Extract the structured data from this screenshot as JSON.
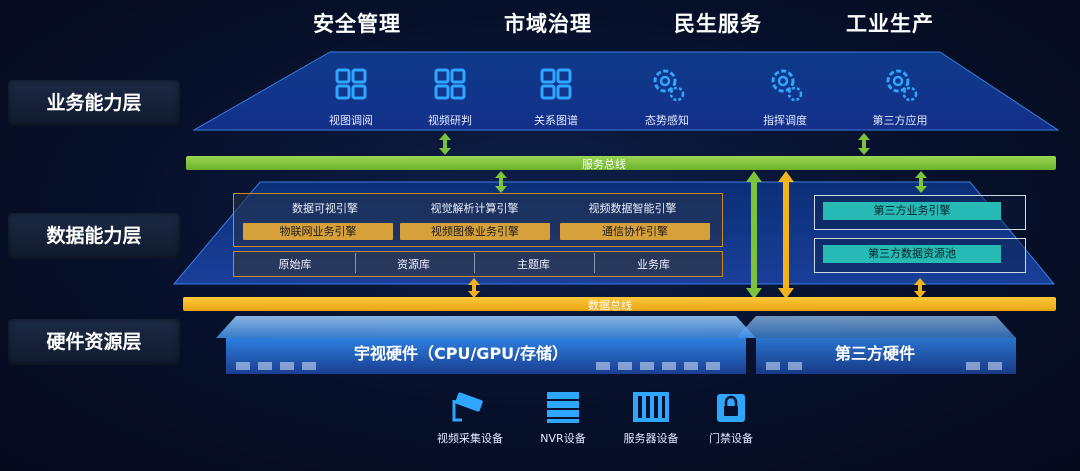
{
  "domains": [
    "安全管理",
    "市域治理",
    "民生服务",
    "工业生产"
  ],
  "layers": {
    "business": "业务能力层",
    "data": "数据能力层",
    "hardware": "硬件资源层"
  },
  "capabilities": [
    {
      "label": "视图调阅",
      "icon": "grid-icon"
    },
    {
      "label": "视频研判",
      "icon": "grid-icon"
    },
    {
      "label": "关系图谱",
      "icon": "grid-icon"
    },
    {
      "label": "态势感知",
      "icon": "gear-icon"
    },
    {
      "label": "指挥调度",
      "icon": "gear-icon"
    },
    {
      "label": "第三方应用",
      "icon": "gear-icon"
    }
  ],
  "buses": {
    "service": "服务总线",
    "data": "数据总线"
  },
  "engines": {
    "top": [
      "数据可视引擎",
      "视觉解析计算引擎",
      "视频数据智能引擎"
    ],
    "bottom": [
      "物联网业务引擎",
      "视频图像业务引擎",
      "通信协作引擎"
    ]
  },
  "third_party": {
    "engine": "第三方业务引擎",
    "resource": "第三方数据资源池"
  },
  "libraries": [
    "原始库",
    "资源库",
    "主题库",
    "业务库"
  ],
  "hardware": {
    "main": "宇视硬件（CPU/GPU/存储）",
    "third": "第三方硬件"
  },
  "devices": [
    {
      "label": "视频采集设备",
      "icon": "camera-icon"
    },
    {
      "label": "NVR设备",
      "icon": "nvr-icon"
    },
    {
      "label": "服务器设备",
      "icon": "server-icon"
    },
    {
      "label": "门禁设备",
      "icon": "lock-icon"
    }
  ],
  "colors": {
    "service_bus": "#7cc23a",
    "data_bus": "#f2b21c",
    "engine_bottom": "#d6a13a",
    "third_party_cell": "#27b9b3",
    "icon_blue": "#2fa6ff"
  }
}
